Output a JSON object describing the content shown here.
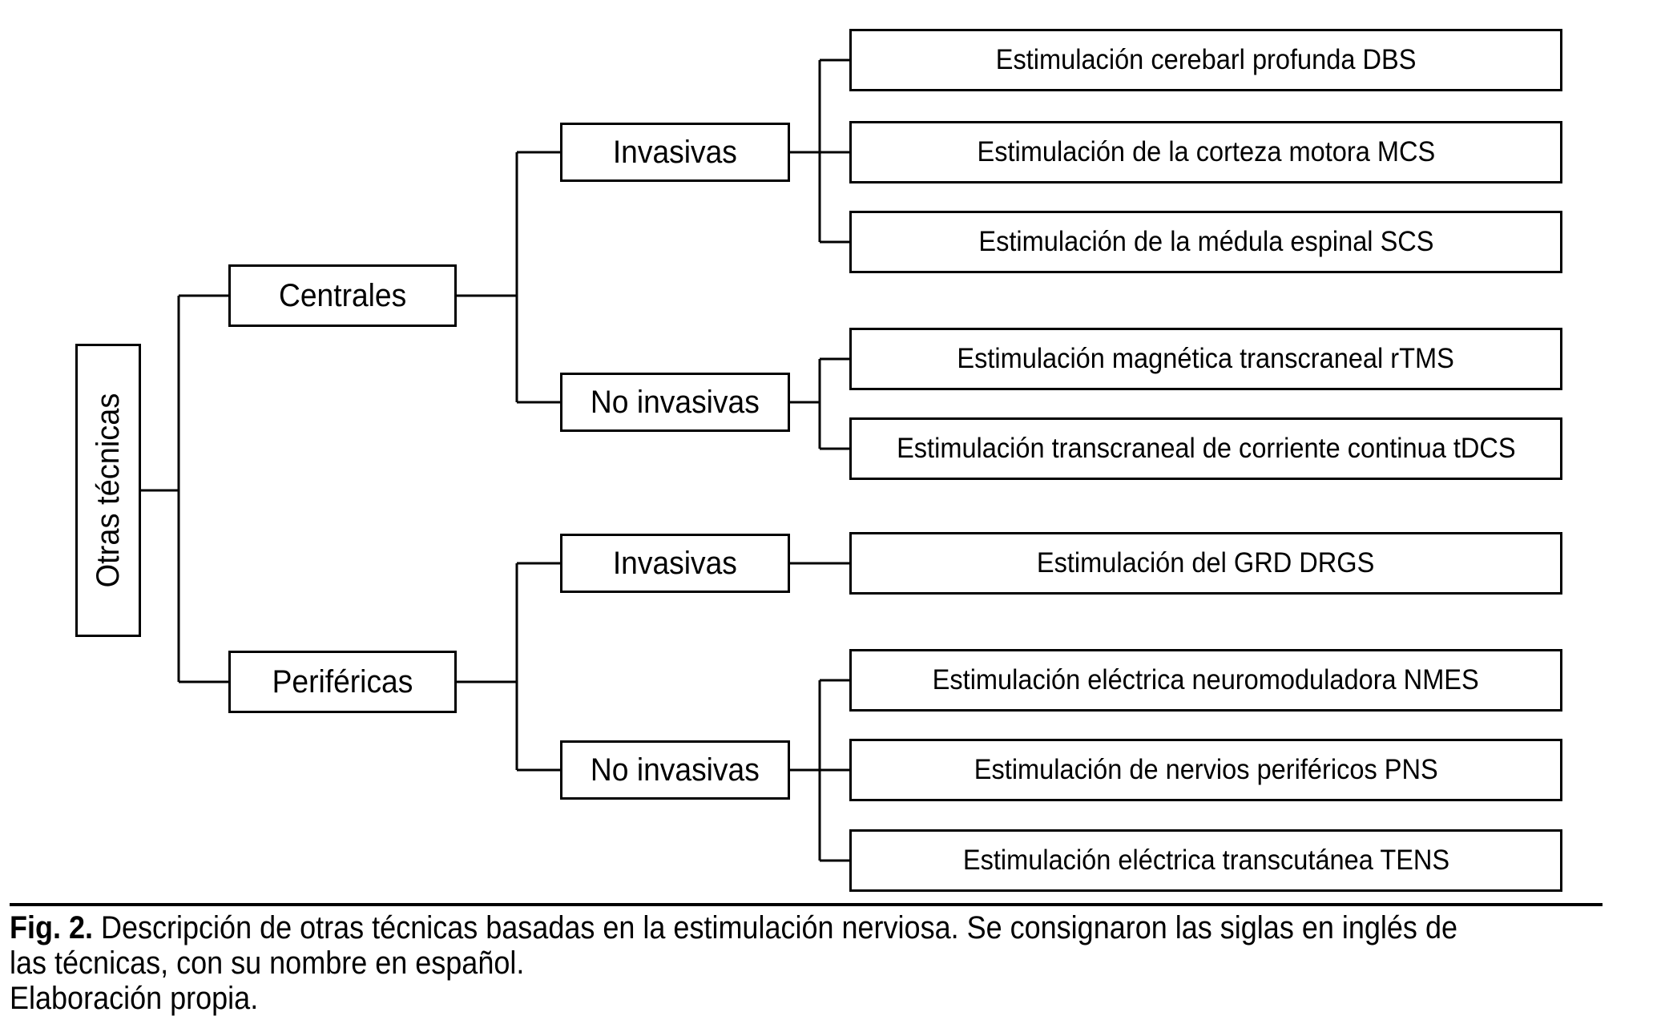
{
  "colors": {
    "background": "#ffffff",
    "line": "#000000",
    "text": "#000000"
  },
  "figure": {
    "root_label": "Otras técnicas",
    "branches": [
      {
        "label": "Centrales",
        "groups": [
          {
            "label": "Invasivas",
            "leaves": [
              "Estimulación cerebarl profunda DBS",
              "Estimulación de la corteza motora MCS",
              "Estimulación de la médula espinal SCS"
            ]
          },
          {
            "label": "No invasivas",
            "leaves": [
              "Estimulación magnética transcraneal rTMS",
              "Estimulación transcraneal de corriente continua tDCS"
            ]
          }
        ]
      },
      {
        "label": "Periféricas",
        "groups": [
          {
            "label": "Invasivas",
            "leaves": [
              "Estimulación del GRD DRGS"
            ]
          },
          {
            "label": "No invasivas",
            "leaves": [
              "Estimulación eléctrica neuromoduladora NMES",
              "Estimulación de nervios periféricos PNS",
              "Estimulación eléctrica transcutánea TENS"
            ]
          }
        ]
      }
    ],
    "caption": {
      "fig_label": "Fig. 2.",
      "line1": "Descripción de otras técnicas basadas en la estimulación nerviosa. Se consignaron las siglas en inglés de",
      "line2": "las técnicas, con su nombre en español.",
      "source": "Elaboración propia."
    }
  }
}
